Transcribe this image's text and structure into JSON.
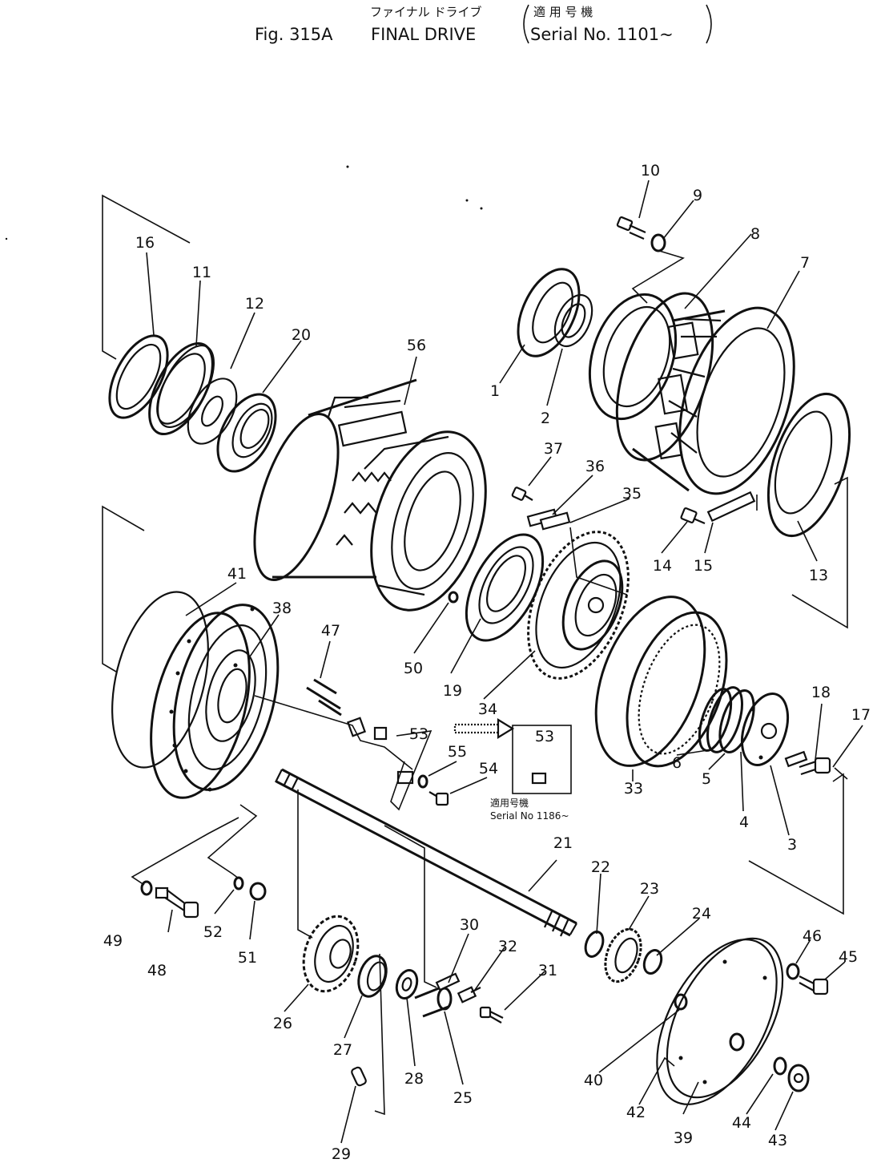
{
  "header": {
    "fig_label": "Fig. 315A",
    "title_en": "FINAL DRIVE",
    "title_jp": "ファイナル ドライブ",
    "serial_jp": "適 用 号 機",
    "serial_en": "Serial No. 1101~"
  },
  "inset": {
    "part_no": "53",
    "note_jp": "適用号機",
    "note_en": "Serial No 1186~"
  },
  "parts": [
    "1",
    "2",
    "3",
    "4",
    "5",
    "6",
    "7",
    "8",
    "9",
    "10",
    "11",
    "12",
    "13",
    "14",
    "15",
    "16",
    "17",
    "18",
    "19",
    "20",
    "21",
    "22",
    "23",
    "24",
    "25",
    "26",
    "27",
    "28",
    "29",
    "30",
    "31",
    "32",
    "33",
    "34",
    "35",
    "36",
    "37",
    "38",
    "39",
    "40",
    "41",
    "42",
    "43",
    "44",
    "45",
    "46",
    "47",
    "48",
    "49",
    "50",
    "51",
    "52",
    "53",
    "54",
    "55",
    "56"
  ],
  "labels": {
    "p1": "1",
    "p2": "2",
    "p3": "3",
    "p4": "4",
    "p5": "5",
    "p6": "6",
    "p7": "7",
    "p8": "8",
    "p9": "9",
    "p10": "10",
    "p11": "11",
    "p12": "12",
    "p13": "13",
    "p14": "14",
    "p15": "15",
    "p16": "16",
    "p17": "17",
    "p18": "18",
    "p19": "19",
    "p20": "20",
    "p21": "21",
    "p22": "22",
    "p23": "23",
    "p24": "24",
    "p25": "25",
    "p26": "26",
    "p27": "27",
    "p28": "28",
    "p29": "29",
    "p30": "30",
    "p31": "31",
    "p32": "32",
    "p33": "33",
    "p34": "34",
    "p35": "35",
    "p36": "36",
    "p37": "37",
    "p38": "38",
    "p39": "39",
    "p40": "40",
    "p41": "41",
    "p42": "42",
    "p43": "43",
    "p44": "44",
    "p45": "45",
    "p46": "46",
    "p47": "47",
    "p48": "48",
    "p49": "49",
    "p50": "50",
    "p51": "51",
    "p52": "52",
    "p53": "53",
    "p54": "54",
    "p55": "55",
    "p56": "56"
  }
}
